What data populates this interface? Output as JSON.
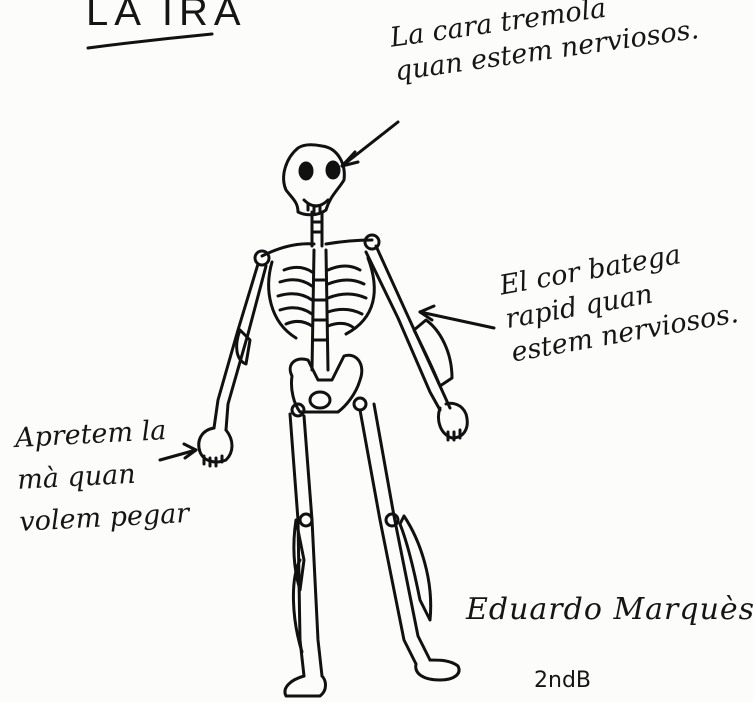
{
  "title": "LA IRA",
  "annotations": {
    "face": [
      "La cara tremola",
      "quan estem nerviosos."
    ],
    "heart": [
      "El cor batega",
      "rapid quan",
      "estem nerviosos."
    ],
    "hand": [
      "Apretem la",
      "mà quan",
      "volem pegar"
    ]
  },
  "signature": "Eduardo Marquès",
  "class_label": "2ndB"
}
